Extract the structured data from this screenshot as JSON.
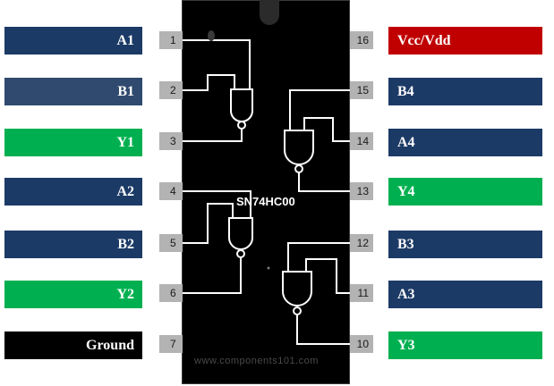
{
  "chip_name": "SN74HC00",
  "watermark": "www.components101.com",
  "pins": {
    "p1": {
      "num": "1",
      "label": "A1",
      "color": "#1c3a66"
    },
    "p2": {
      "num": "2",
      "label": "B1",
      "color": "#2f4a6e"
    },
    "p3": {
      "num": "3",
      "label": "Y1",
      "color": "#00b050"
    },
    "p4": {
      "num": "4",
      "label": "A2",
      "color": "#1c3a66"
    },
    "p5": {
      "num": "5",
      "label": "B2",
      "color": "#1c3a66"
    },
    "p6": {
      "num": "6",
      "label": "Y2",
      "color": "#00b050"
    },
    "p7": {
      "num": "7",
      "label": "Ground",
      "color": "#000000"
    },
    "p8": {
      "num": "10",
      "label": "Y3",
      "color": "#00b050"
    },
    "p9": {
      "num": "11",
      "label": "A3",
      "color": "#1c3a66"
    },
    "p10": {
      "num": "12",
      "label": "B3",
      "color": "#1c3a66"
    },
    "p11": {
      "num": "13",
      "label": "Y4",
      "color": "#00b050"
    },
    "p12": {
      "num": "14",
      "label": "A4",
      "color": "#1c3a66"
    },
    "p13": {
      "num": "15",
      "label": "B4",
      "color": "#1c3a66"
    },
    "p14": {
      "num": "16",
      "label": "Vcc/Vdd",
      "color": "#c00000"
    }
  }
}
